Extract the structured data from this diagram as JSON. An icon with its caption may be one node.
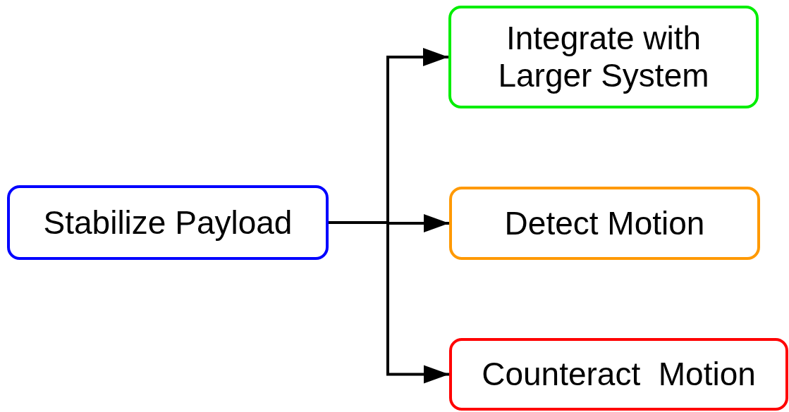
{
  "diagram": {
    "nodes": [
      {
        "text": [
          "Stabilize Payload"
        ]
      },
      {
        "text": [
          "Integrate with Larger System"
        ]
      },
      {
        "text": [
          "Detect Motion"
        ]
      },
      {
        "text": [
          "Counteract  Motion"
        ]
      }
    ],
    "edges": [
      {
        "from": 0,
        "to": 1,
        "arrow": "to"
      },
      {
        "from": 0,
        "to": 2,
        "arrow": "to"
      },
      {
        "from": 0,
        "to": 3,
        "arrow": "to"
      }
    ]
  }
}
